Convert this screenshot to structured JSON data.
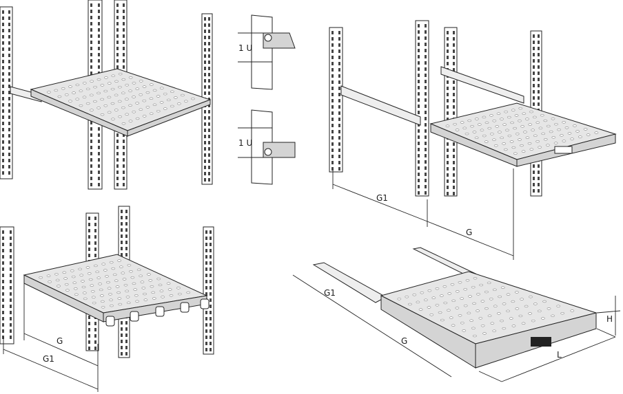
{
  "mounting_detail": {
    "top_label": "1 U",
    "bottom_label": "1 U"
  },
  "fixed_rack_view": {
    "depth_label": "G",
    "total_depth_label": "G1"
  },
  "sliding_rack_view": {
    "depth_label": "G",
    "total_depth_label": "G1"
  },
  "sliding_shelf_view": {
    "depth_label": "G",
    "total_depth_label": "G1",
    "height_label": "H",
    "width_label": "L"
  }
}
